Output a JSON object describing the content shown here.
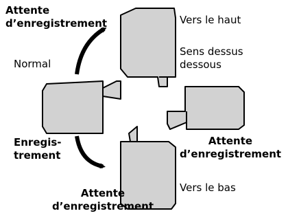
{
  "labels": {
    "standby_top": [
      "Attente",
      "d’enregistrement"
    ],
    "vers_le_haut": "Vers le haut",
    "upside_down": [
      "Sens dessus",
      "dessous"
    ],
    "normal": "Normal",
    "recording": [
      "Enregis-",
      "trement"
    ],
    "standby_right": [
      "Attente",
      "d’enregistrement"
    ],
    "standby_bottom": [
      "Attente",
      "d’enregistrement"
    ],
    "vers_le_bas": "Vers le bas"
  },
  "colors": {
    "camera_fill": "#d2d2d2",
    "stroke": "#000000"
  }
}
